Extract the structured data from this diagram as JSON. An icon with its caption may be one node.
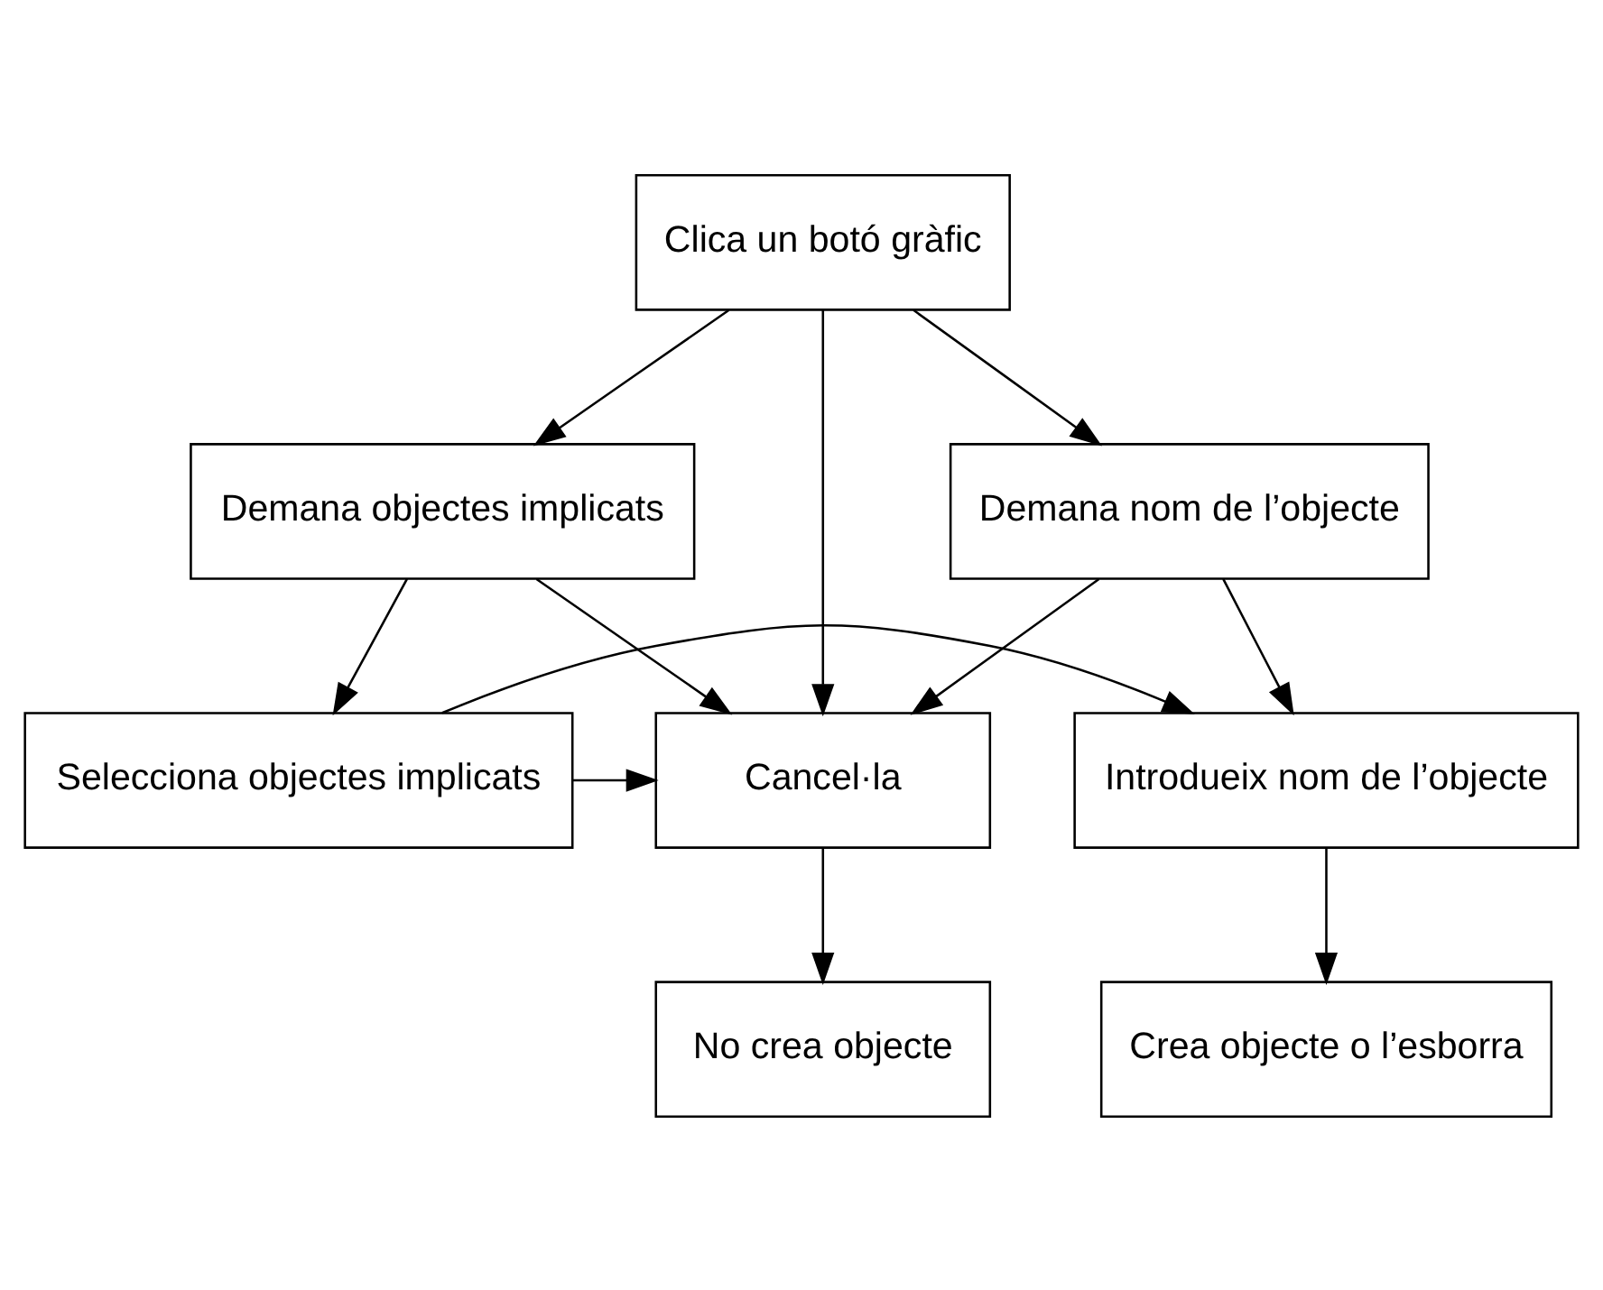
{
  "diagram": {
    "nodes": [
      {
        "text": [
          "Clica un botó gràfic"
        ]
      },
      {
        "text": [
          "Demana nom de l’objecte"
        ]
      },
      {
        "text": [
          "Demana objectes implicats"
        ]
      },
      {
        "text": [
          "Introdueix nom de l’objecte"
        ]
      },
      {
        "text": [
          "Selecciona objectes implicats"
        ]
      },
      {
        "text": [
          "Cancel·la"
        ]
      },
      {
        "text": [
          "Crea objecte o l’esborra"
        ]
      },
      {
        "text": [
          "No crea objecte"
        ]
      }
    ],
    "edges": [
      {
        "from": 0,
        "to": 1,
        "arrow": "to"
      },
      {
        "from": 0,
        "to": 2,
        "arrow": "to"
      },
      {
        "from": 0,
        "to": 5,
        "arrow": "to"
      },
      {
        "from": 1,
        "to": 3,
        "arrow": "to"
      },
      {
        "from": 1,
        "to": 5,
        "arrow": "to"
      },
      {
        "from": 2,
        "to": 4,
        "arrow": "to"
      },
      {
        "from": 2,
        "to": 5,
        "arrow": "to"
      },
      {
        "from": 4,
        "to": 3,
        "arrow": "to"
      },
      {
        "from": 4,
        "to": 5,
        "arrow": "to"
      },
      {
        "from": 3,
        "to": 6,
        "arrow": "to"
      },
      {
        "from": 5,
        "to": 7,
        "arrow": "to"
      }
    ]
  }
}
